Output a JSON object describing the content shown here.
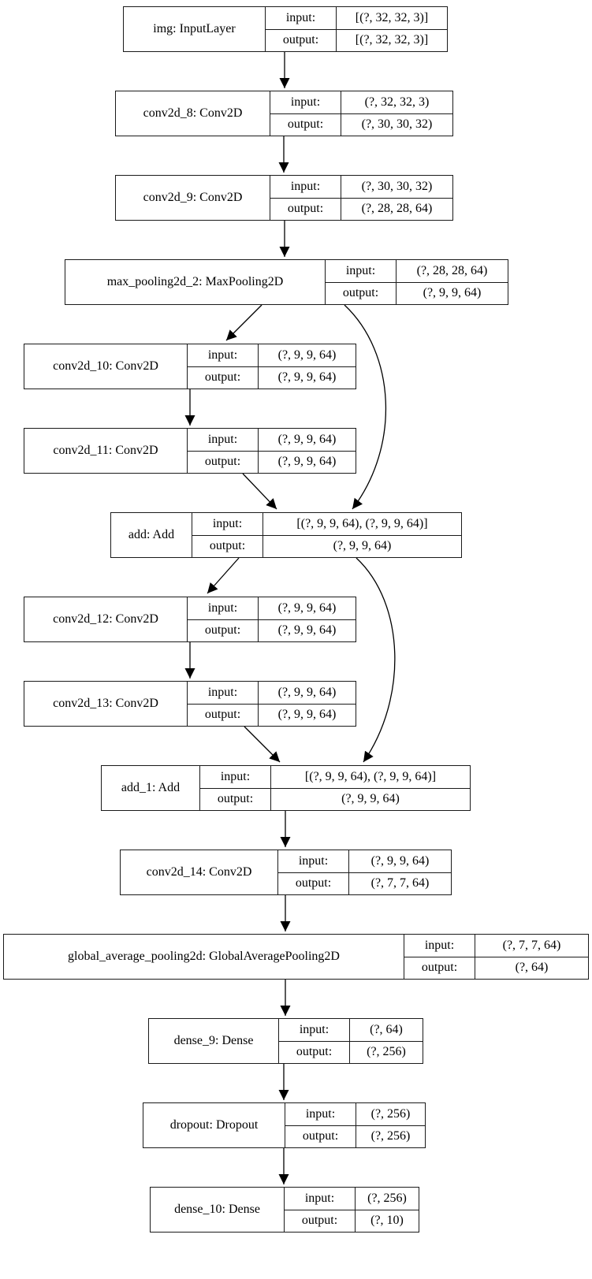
{
  "labels": {
    "input": "input:",
    "output": "output:"
  },
  "colors": {
    "background": "#ffffff",
    "node_border": "#1a1a1a",
    "text": "#000000",
    "edge": "#000000"
  },
  "nodes": [
    {
      "id": "img",
      "name": "img: InputLayer",
      "input_shape": "[(?, 32, 32, 3)]",
      "output_shape": "[(?, 32, 32, 3)]"
    },
    {
      "id": "conv2d_8",
      "name": "conv2d_8: Conv2D",
      "input_shape": "(?, 32, 32, 3)",
      "output_shape": "(?, 30, 30, 32)"
    },
    {
      "id": "conv2d_9",
      "name": "conv2d_9: Conv2D",
      "input_shape": "(?, 30, 30, 32)",
      "output_shape": "(?, 28, 28, 64)"
    },
    {
      "id": "max_pooling2d_2",
      "name": "max_pooling2d_2: MaxPooling2D",
      "input_shape": "(?, 28, 28, 64)",
      "output_shape": "(?, 9, 9, 64)"
    },
    {
      "id": "conv2d_10",
      "name": "conv2d_10: Conv2D",
      "input_shape": "(?, 9, 9, 64)",
      "output_shape": "(?, 9, 9, 64)"
    },
    {
      "id": "conv2d_11",
      "name": "conv2d_11: Conv2D",
      "input_shape": "(?, 9, 9, 64)",
      "output_shape": "(?, 9, 9, 64)"
    },
    {
      "id": "add",
      "name": "add: Add",
      "input_shape": "[(?, 9, 9, 64), (?, 9, 9, 64)]",
      "output_shape": "(?, 9, 9, 64)"
    },
    {
      "id": "conv2d_12",
      "name": "conv2d_12: Conv2D",
      "input_shape": "(?, 9, 9, 64)",
      "output_shape": "(?, 9, 9, 64)"
    },
    {
      "id": "conv2d_13",
      "name": "conv2d_13: Conv2D",
      "input_shape": "(?, 9, 9, 64)",
      "output_shape": "(?, 9, 9, 64)"
    },
    {
      "id": "add_1",
      "name": "add_1: Add",
      "input_shape": "[(?, 9, 9, 64), (?, 9, 9, 64)]",
      "output_shape": "(?, 9, 9, 64)"
    },
    {
      "id": "conv2d_14",
      "name": "conv2d_14: Conv2D",
      "input_shape": "(?, 9, 9, 64)",
      "output_shape": "(?, 7, 7, 64)"
    },
    {
      "id": "global_average_pooling2d",
      "name": "global_average_pooling2d: GlobalAveragePooling2D",
      "input_shape": "(?, 7, 7, 64)",
      "output_shape": "(?, 64)"
    },
    {
      "id": "dense_9",
      "name": "dense_9: Dense",
      "input_shape": "(?, 64)",
      "output_shape": "(?, 256)"
    },
    {
      "id": "dropout",
      "name": "dropout: Dropout",
      "input_shape": "(?, 256)",
      "output_shape": "(?, 256)"
    },
    {
      "id": "dense_10",
      "name": "dense_10: Dense",
      "input_shape": "(?, 256)",
      "output_shape": "(?, 10)"
    }
  ],
  "edges": [
    {
      "from": "img",
      "to": "conv2d_8"
    },
    {
      "from": "conv2d_8",
      "to": "conv2d_9"
    },
    {
      "from": "conv2d_9",
      "to": "max_pooling2d_2"
    },
    {
      "from": "max_pooling2d_2",
      "to": "conv2d_10"
    },
    {
      "from": "max_pooling2d_2",
      "to": "add"
    },
    {
      "from": "conv2d_10",
      "to": "conv2d_11"
    },
    {
      "from": "conv2d_11",
      "to": "add"
    },
    {
      "from": "add",
      "to": "conv2d_12"
    },
    {
      "from": "add",
      "to": "add_1"
    },
    {
      "from": "conv2d_12",
      "to": "conv2d_13"
    },
    {
      "from": "conv2d_13",
      "to": "add_1"
    },
    {
      "from": "add_1",
      "to": "conv2d_14"
    },
    {
      "from": "conv2d_14",
      "to": "global_average_pooling2d"
    },
    {
      "from": "global_average_pooling2d",
      "to": "dense_9"
    },
    {
      "from": "dense_9",
      "to": "dropout"
    },
    {
      "from": "dropout",
      "to": "dense_10"
    }
  ]
}
